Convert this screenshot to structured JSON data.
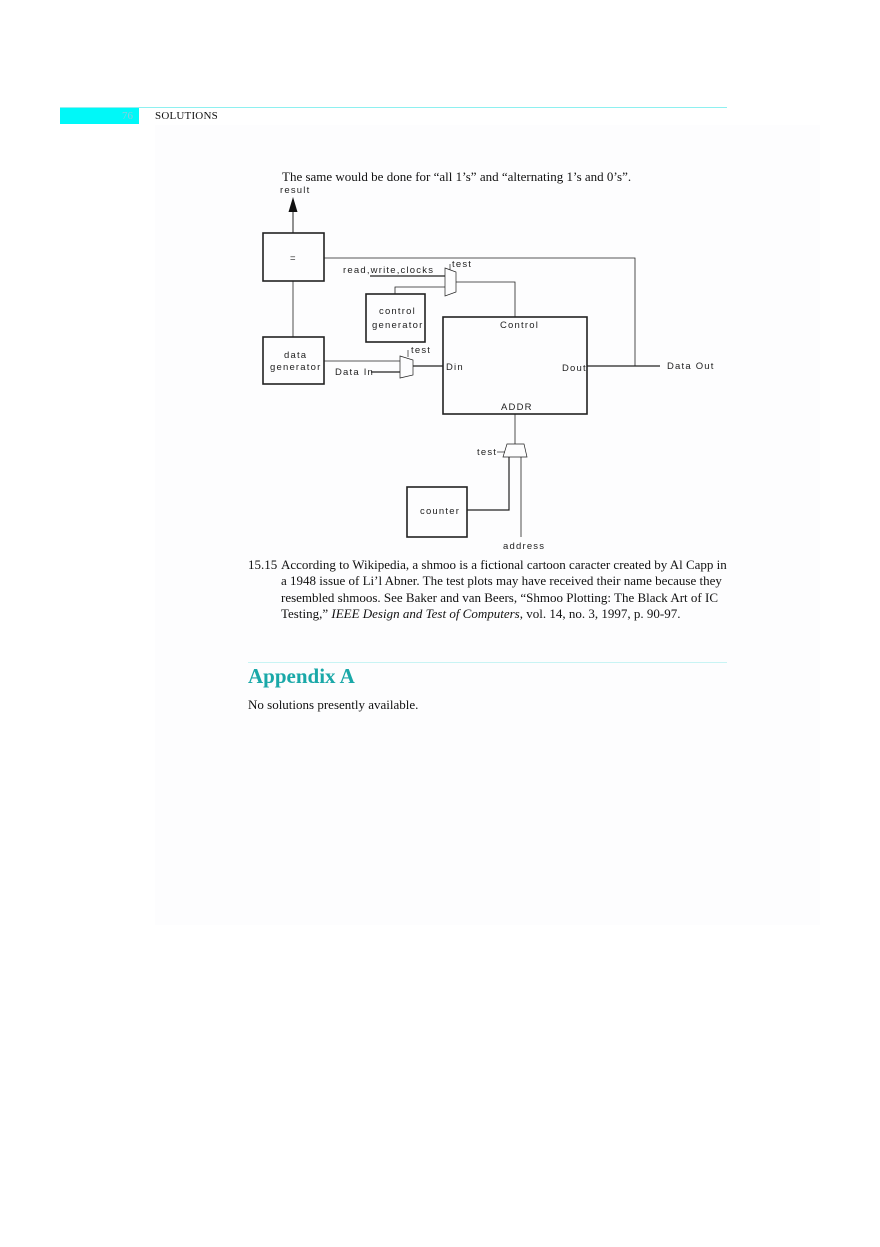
{
  "header": {
    "page_number": "76",
    "running_head": "SOLUTIONS",
    "accent_color": "#00f8f8"
  },
  "intro": "The same would be done for “all 1’s” and “alternating 1’s and 0’s”.",
  "diagram": {
    "result": "result",
    "equals": "=",
    "read_write_clocks": "read,write,clocks",
    "test_top": "test",
    "control_generator_line1": "control",
    "control_generator_line2": "generator",
    "control": "Control",
    "data_generator_line1": "data",
    "data_generator_line2": "generator",
    "test_din": "test",
    "data_in": "Data In",
    "din": "Din",
    "dout": "Dout",
    "data_out": "Data Out",
    "addr": "ADDR",
    "test_addr": "test",
    "counter": "counter",
    "address": "address"
  },
  "answer": {
    "number": "15.15",
    "text_before": "According to Wikipedia, a shmoo is a fictional cartoon caracter created by Al Capp in a 1948 issue of Li’l Abner.  The test plots may have received their name because they resembled shmoos.  See Baker and van Beers, “Shmoo Plotting: The Black Art of IC Testing,” ",
    "journal": "IEEE Design and Test of Computers",
    "text_after": ", vol. 14, no. 3, 1997, p. 90-97."
  },
  "appendix": {
    "title": "Appendix A",
    "body": "No solutions presently available.",
    "title_color": "#1aa8a8"
  }
}
